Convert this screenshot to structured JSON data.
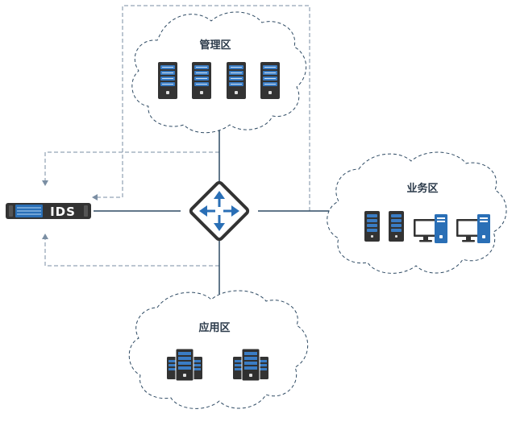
{
  "zones": {
    "management": {
      "label": "管理区",
      "server_count": 4
    },
    "business": {
      "label": "业务区",
      "server_count": 2,
      "workstation_count": 2
    },
    "application": {
      "label": "应用区",
      "cluster_count": 2
    }
  },
  "ids": {
    "label": "IDS"
  },
  "icons": {
    "router": "router-icon",
    "server": "server-icon",
    "workstation": "workstation-icon",
    "server_cluster": "server-cluster-icon",
    "ids_appliance": "ids-appliance-icon"
  },
  "colors": {
    "line": "#2e4a63",
    "dashed": "#7a8ea3",
    "accent": "#2a6fb6",
    "dark": "#333333"
  }
}
